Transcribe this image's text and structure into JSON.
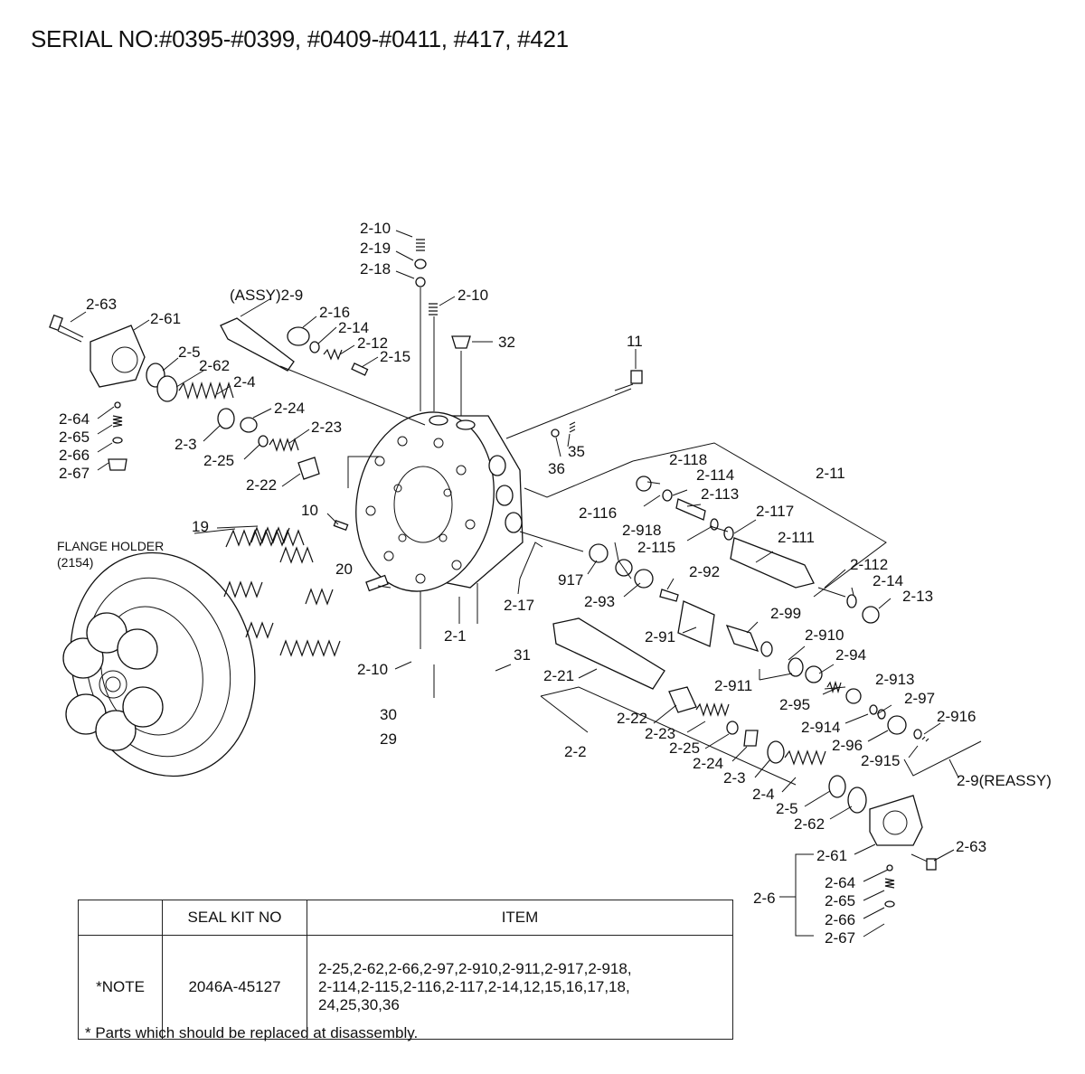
{
  "title": "SERIAL NO:#0395-#0399, #0409-#0411, #417, #421",
  "labels": {
    "p2_10a": "2-10",
    "p2_19": "2-19",
    "p2_18": "2-18",
    "p2_10b": "2-10",
    "p2_63a": "2-63",
    "p2_61a": "2-61",
    "p2_9assy": "(ASSY)2-9",
    "p2_16": "2-16",
    "p2_14a": "2-14",
    "p2_12": "2-12",
    "p2_15": "2-15",
    "p32": "32",
    "p11": "11",
    "p2_5a": "2-5",
    "p2_62a": "2-62",
    "p2_4a": "2-4",
    "p2_64a": "2-64",
    "p2_65a": "2-65",
    "p2_66a": "2-66",
    "p2_67a": "2-67",
    "p2_3a": "2-3",
    "p2_24a": "2-24",
    "p2_23a": "2-23",
    "p2_25a": "2-25",
    "p2_22a": "2-22",
    "p35": "35",
    "p36": "36",
    "p10": "10",
    "p2_118": "2-118",
    "p2_114": "2-114",
    "p2_113": "2-113",
    "p2_116": "2-116",
    "p2_117": "2-117",
    "p2_11": "2-11",
    "p2_918": "2-918",
    "p2_115": "2-115",
    "p2_111": "2-111",
    "p19": "19",
    "flange1": "FLANGE HOLDER",
    "flange2": "(2154)",
    "p917": "917",
    "p2_92": "2-92",
    "p2_112": "2-112",
    "p2_14b": "2-14",
    "p2_13": "2-13",
    "p20": "20",
    "p2_17": "2-17",
    "p2_93": "2-93",
    "p2_99": "2-99",
    "p2_1": "2-1",
    "p2_91": "2-91",
    "p2_910": "2-910",
    "p2_94": "2-94",
    "p31": "31",
    "p2_10c": "2-10",
    "p2_21": "2-21",
    "p2_911": "2-911",
    "p2_913": "2-913",
    "p2_95": "2-95",
    "p2_97": "2-97",
    "p30": "30",
    "p2_22b": "2-22",
    "p2_914": "2-914",
    "p2_916": "2-916",
    "p2_23b": "2-23",
    "p29": "29",
    "p2_96": "2-96",
    "p2_25b": "2-25",
    "p2_915": "2-915",
    "p2_2": "2-2",
    "p2_24b": "2-24",
    "p2_3b": "2-3",
    "p2_9reassy": "2-9(REASSY)",
    "p2_4b": "2-4",
    "p2_5b": "2-5",
    "p2_62b": "2-62",
    "p2_63b": "2-63",
    "p2_61b": "2-61",
    "p2_6": "2-6",
    "p2_64b": "2-64",
    "p2_65b": "2-65",
    "p2_66b": "2-66",
    "p2_67b": "2-67"
  },
  "table": {
    "header_blank": "",
    "header_seal_kit": "SEAL KIT NO",
    "header_item": "ITEM",
    "row_note": "*NOTE",
    "row_kit": "2046A-45127",
    "row_items_1": "2-25,2-62,2-66,2-97,2-910,2-911,2-917,2-918,",
    "row_items_2": "2-114,2-115,2-116,2-117,2-14,12,15,16,17,18,",
    "row_items_3": "24,25,30,36"
  },
  "footnote": "* Parts which should be replaced at disassembly."
}
